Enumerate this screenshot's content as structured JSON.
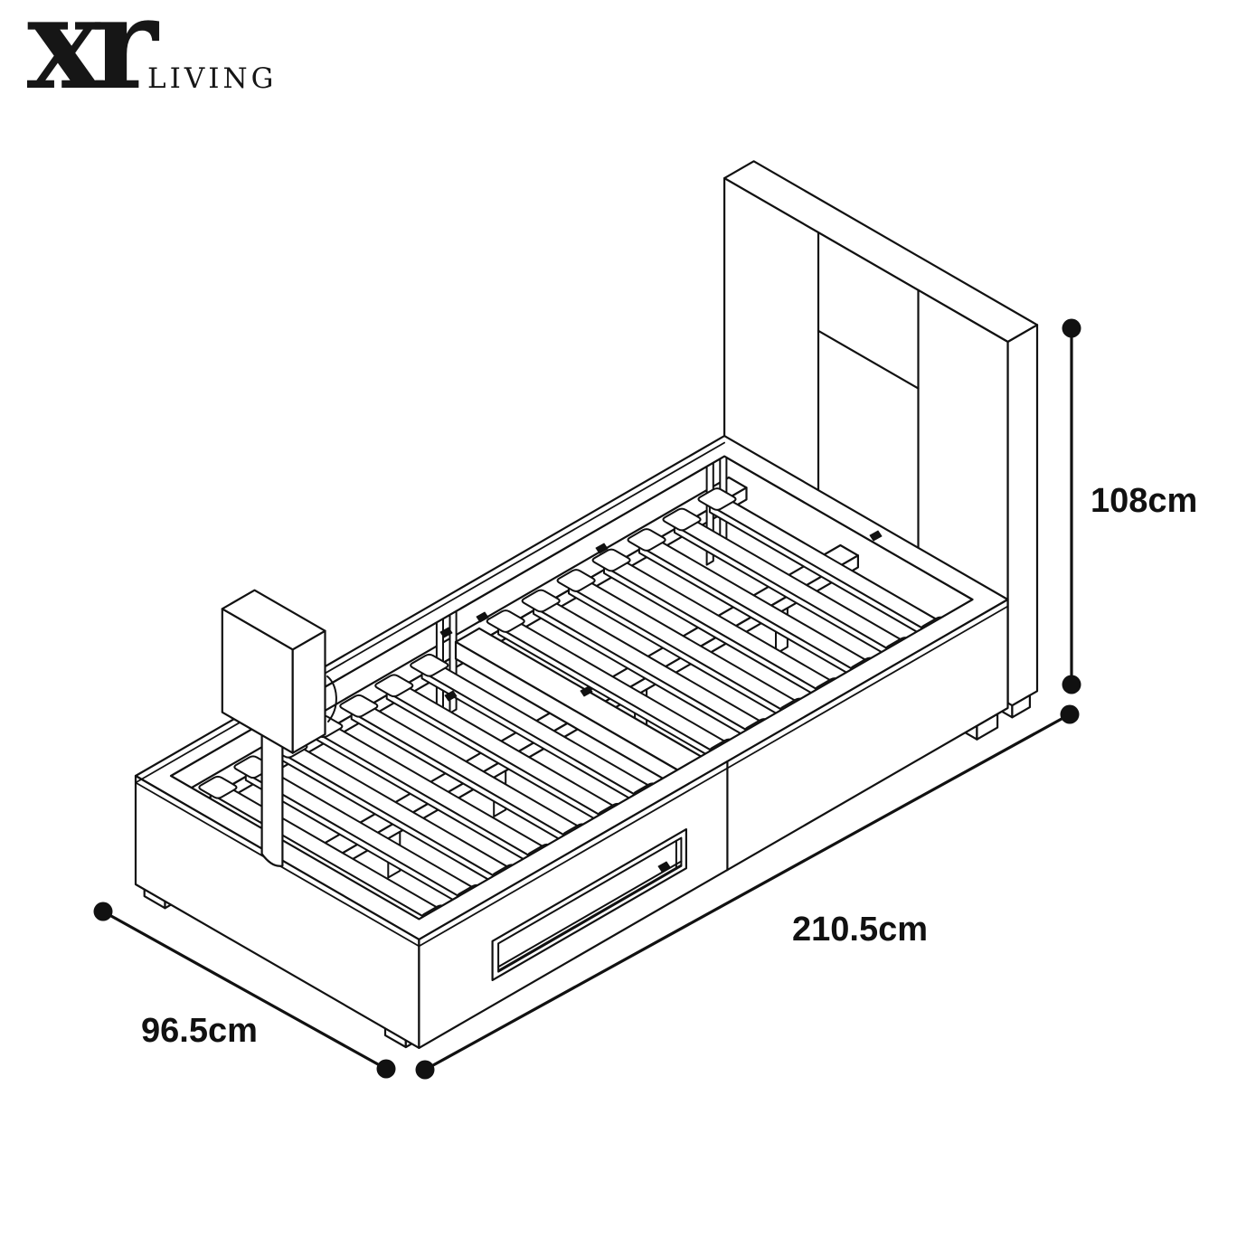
{
  "brand": {
    "mark": "xr",
    "name": "LIVING"
  },
  "dimensions": {
    "height": {
      "label": "108cm",
      "value": 108,
      "unit": "cm"
    },
    "length": {
      "label": "210.5cm",
      "value": 210.5,
      "unit": "cm"
    },
    "width": {
      "label": "96.5cm",
      "value": 96.5,
      "unit": "cm"
    }
  },
  "colors": {
    "ink": "#111111",
    "background": "#ffffff"
  }
}
